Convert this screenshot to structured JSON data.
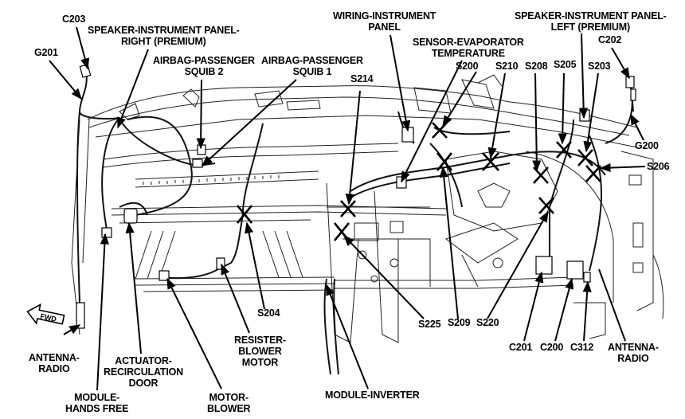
{
  "diagram": {
    "type": "wiring-harness-component-location",
    "subject": "Instrument panel wiring",
    "orientation_marker": {
      "label": "FWD",
      "direction": "left"
    },
    "colors": {
      "ink": "#000000",
      "background": "#ffffff",
      "linework": "#1a1a1a"
    },
    "labels": {
      "c203": "C203",
      "g201": "G201",
      "speaker_right": "SPEAKER-INSTRUMENT PANEL-\nRIGHT (PREMIUM)",
      "airbag_squib2": "AIRBAG-PASSENGER\nSQUIB 2",
      "airbag_squib1": "AIRBAG-PASSENGER\nSQUIB 1",
      "s214": "S214",
      "wiring_ip": "WIRING-INSTRUMENT\nPANEL",
      "sensor_evap": "SENSOR-EVAPORATOR\nTEMPERATURE",
      "s200": "S200",
      "s210": "S210",
      "s208": "S208",
      "s205": "S205",
      "s203": "S203",
      "speaker_left": "SPEAKER-INSTRUMENT PANEL-\nLEFT (PREMIUM)",
      "c202": "C202",
      "g200": "G200",
      "s206": "S206",
      "antenna_radio_left": "ANTENNA-\nRADIO",
      "module_hands_free": "MODULE-\nHANDS FREE",
      "actuator_recirc": "ACTUATOR-\nRECIRCULATION\nDOOR",
      "motor_blower": "MOTOR-\nBLOWER",
      "s204": "S204",
      "resister_blower": "RESISTER-\nBLOWER\nMOTOR",
      "module_inverter": "MODULE-INVERTER",
      "s225": "S225",
      "s209": "S209",
      "s220": "S220",
      "c201": "C201",
      "c200": "C200",
      "c312": "C312",
      "antenna_radio_right": "ANTENNA-\nRADIO"
    },
    "splices": [
      "S200",
      "S203",
      "S204",
      "S205",
      "S206",
      "S208",
      "S209",
      "S210",
      "S214",
      "S220",
      "S225"
    ],
    "connectors": [
      "C200",
      "C201",
      "C202",
      "C203",
      "C312"
    ],
    "grounds": [
      "G200",
      "G201"
    ],
    "components": [
      "SPEAKER-INSTRUMENT PANEL-RIGHT (PREMIUM)",
      "SPEAKER-INSTRUMENT PANEL-LEFT (PREMIUM)",
      "AIRBAG-PASSENGER SQUIB 1",
      "AIRBAG-PASSENGER SQUIB 2",
      "WIRING-INSTRUMENT PANEL",
      "SENSOR-EVAPORATOR TEMPERATURE",
      "ANTENNA-RADIO",
      "MODULE-HANDS FREE",
      "ACTUATOR-RECIRCULATION DOOR",
      "MOTOR-BLOWER",
      "RESISTER-BLOWER MOTOR",
      "MODULE-INVERTER"
    ]
  }
}
